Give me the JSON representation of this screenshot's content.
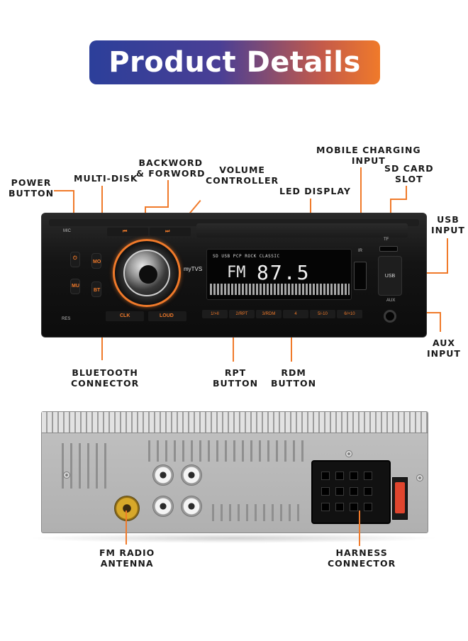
{
  "banner": {
    "title": "Product Details"
  },
  "front_panel": {
    "labels": {
      "mic": "MIC",
      "res": "RES",
      "mo": "MO",
      "mu": "MU",
      "bt": "BT",
      "clk": "CLK",
      "loud": "LOUD",
      "brand": "myTVS",
      "usb": "USB",
      "aux": "AUX",
      "ir": "IR",
      "tf": "TF"
    },
    "lcd": {
      "indicators": "SD USB PCP ROCK CLASSIC",
      "band": "FM",
      "frequency": "87.5"
    },
    "presets": [
      "1/>II",
      "2/RPT",
      "3/RDM",
      "4",
      "5/-10",
      "6/+10"
    ]
  },
  "callouts": {
    "power_button": "POWER\nBUTTON",
    "multi_disk": "MULTI-DISK",
    "backword_forword": "BACKWORD\n& FORWORD",
    "volume_controller": "VOLUME\nCONTROLLER",
    "led_display": "LED DISPLAY",
    "mobile_charging_input": "MOBILE CHARGING\nINPUT",
    "sd_card_slot": "SD CARD\nSLOT",
    "usb_input": "USB\nINPUT",
    "aux_input": "AUX\nINPUT",
    "bluetooth_connector": "BLUETOOTH\nCONNECTOR",
    "rpt_button": "RPT\nBUTTON",
    "rdm_button": "RDM\nBUTTON",
    "fm_radio_antenna": "FM RADIO\nANTENNA",
    "harness_connector": "HARNESS\nCONNECTOR"
  },
  "colors": {
    "accent": "#f07a2a",
    "banner_start": "#2c3f9a",
    "banner_end": "#f07a2a"
  }
}
